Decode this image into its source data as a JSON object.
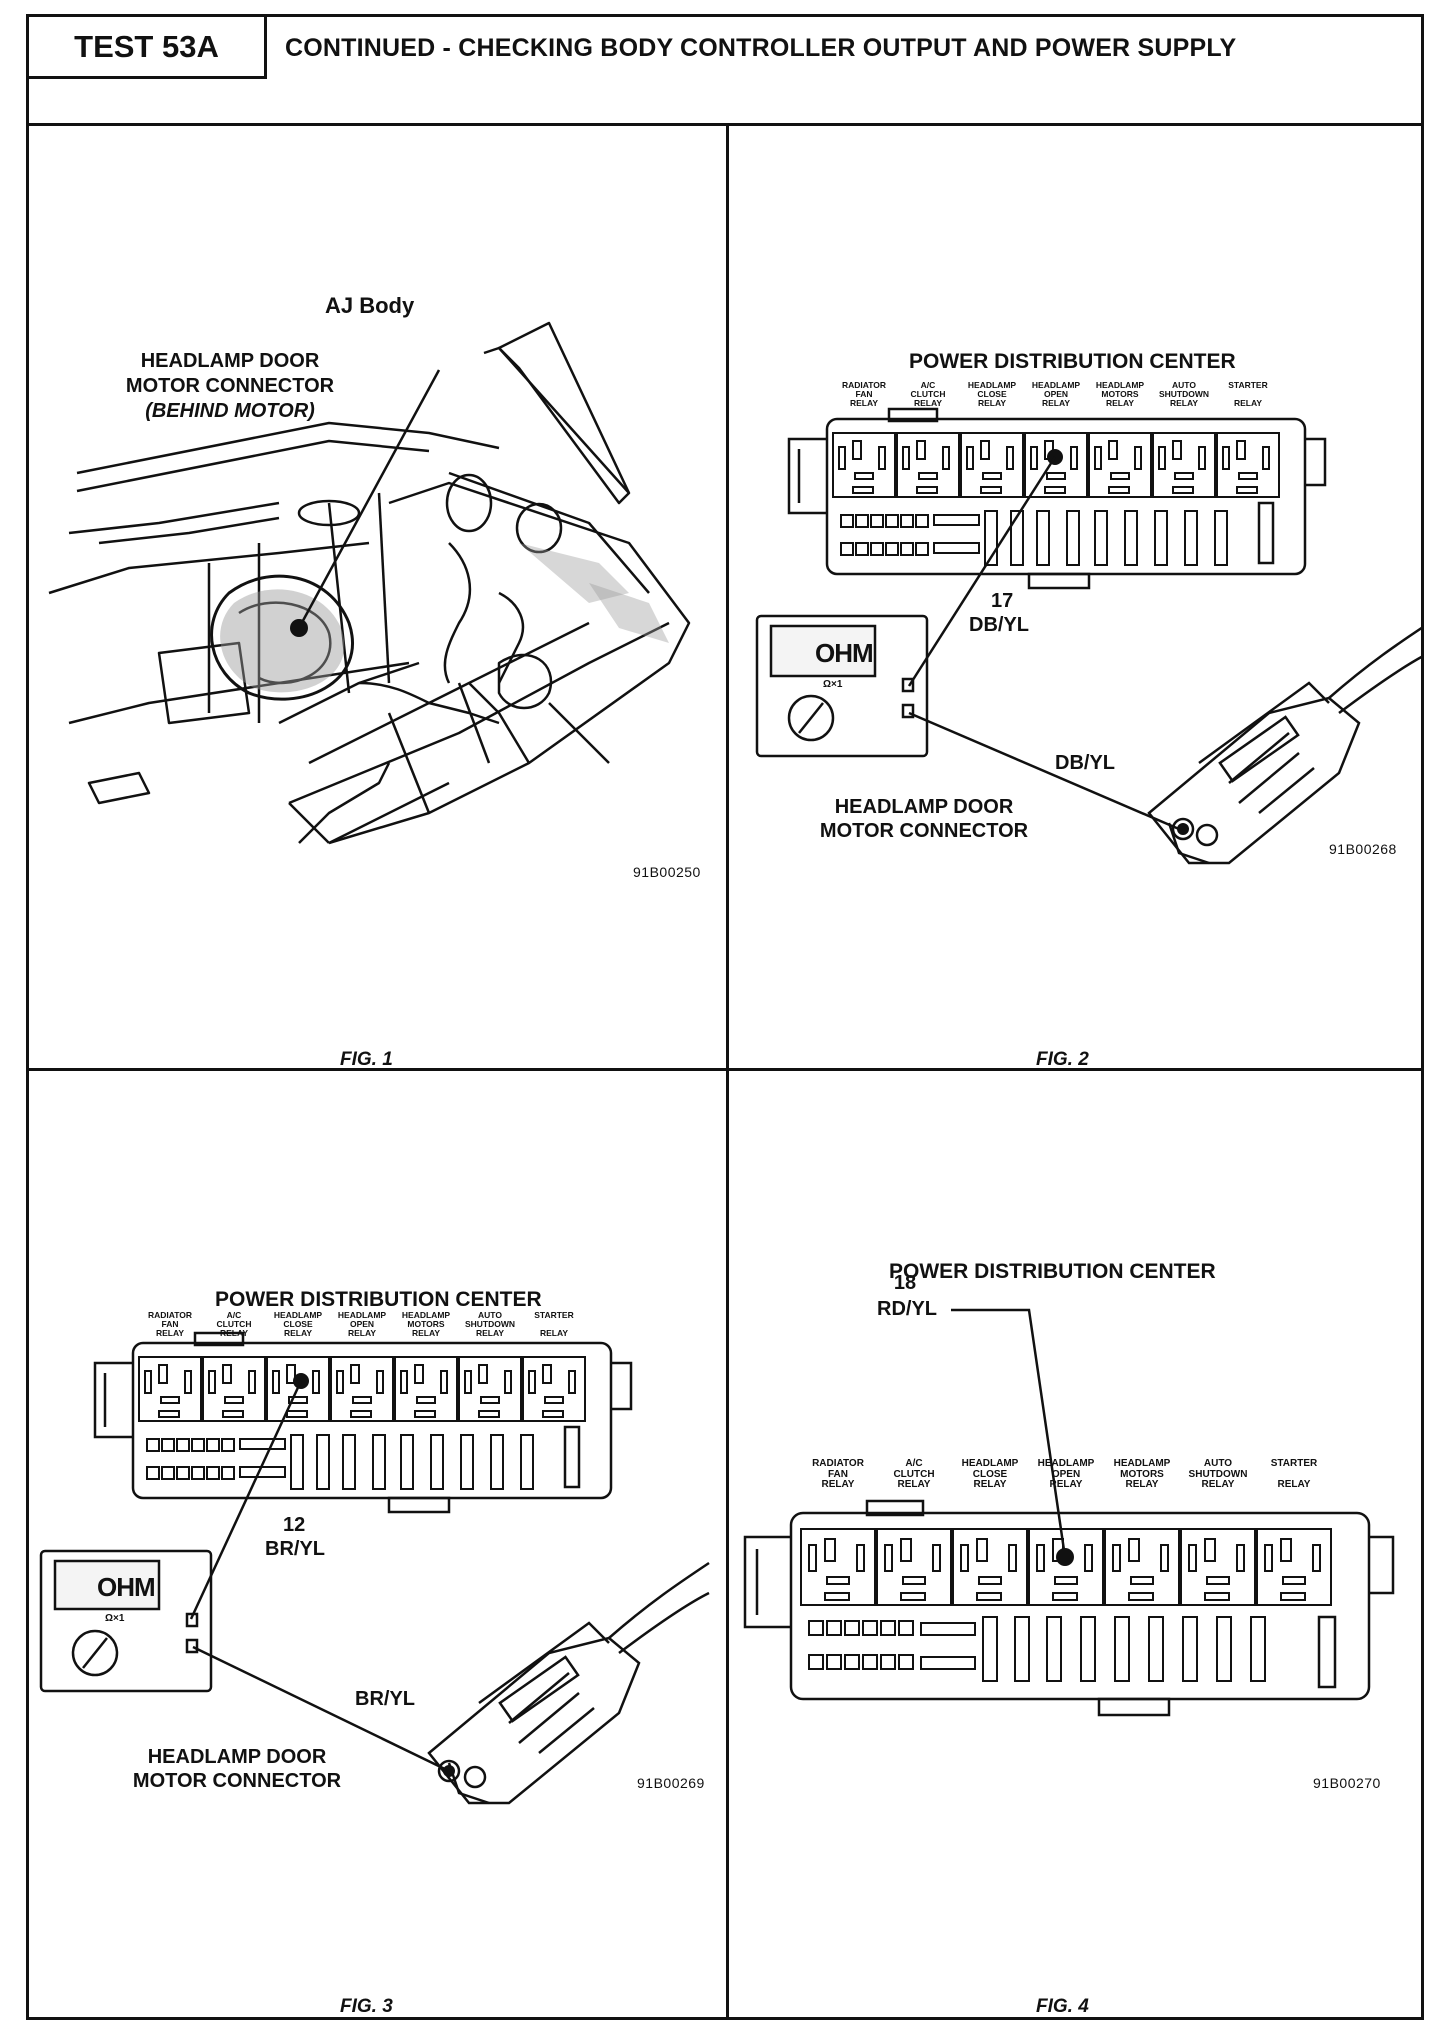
{
  "header": {
    "test_id": "TEST 53A",
    "title": "CONTINUED - CHECKING BODY CONTROLLER OUTPUT AND POWER SUPPLY"
  },
  "fig1": {
    "body": "AJ Body",
    "connector_l1": "HEADLAMP DOOR",
    "connector_l2": "MOTOR CONNECTOR",
    "connector_l3": "(BEHIND MOTOR)",
    "code": "91B00250",
    "caption": "FIG. 1"
  },
  "fig2": {
    "pdc": "POWER DISTRIBUTION CENTER",
    "cavity": "17",
    "wire_top": "DB/YL",
    "wire": "DB/YL",
    "meter": "OHM",
    "scale": "Ω×1",
    "conn_l1": "HEADLAMP DOOR",
    "conn_l2": "MOTOR CONNECTOR",
    "code": "91B00268",
    "caption": "FIG. 2"
  },
  "fig3": {
    "pdc": "POWER DISTRIBUTION CENTER",
    "cavity": "12",
    "wire_top": "BR/YL",
    "wire": "BR/YL",
    "meter": "OHM",
    "scale": "Ω×1",
    "conn_l1": "HEADLAMP DOOR",
    "conn_l2": "MOTOR CONNECTOR",
    "code": "91B00269",
    "caption": "FIG. 3"
  },
  "fig4": {
    "pdc": "POWER DISTRIBUTION CENTER",
    "cavity": "18",
    "wire": "RD/YL",
    "code": "91B00270",
    "caption": "FIG. 4"
  },
  "relays": [
    {
      "l1": "RADIATOR",
      "l2": "FAN",
      "l3": "RELAY"
    },
    {
      "l1": "A/C",
      "l2": "CLUTCH",
      "l3": "RELAY"
    },
    {
      "l1": "HEADLAMP",
      "l2": "CLOSE",
      "l3": "RELAY"
    },
    {
      "l1": "HEADLAMP",
      "l2": "OPEN",
      "l3": "RELAY"
    },
    {
      "l1": "HEADLAMP",
      "l2": "MOTORS",
      "l3": "RELAY"
    },
    {
      "l1": "AUTO",
      "l2": "SHUTDOWN",
      "l3": "RELAY"
    },
    {
      "l1": "STARTER",
      "l2": "",
      "l3": "RELAY"
    }
  ]
}
